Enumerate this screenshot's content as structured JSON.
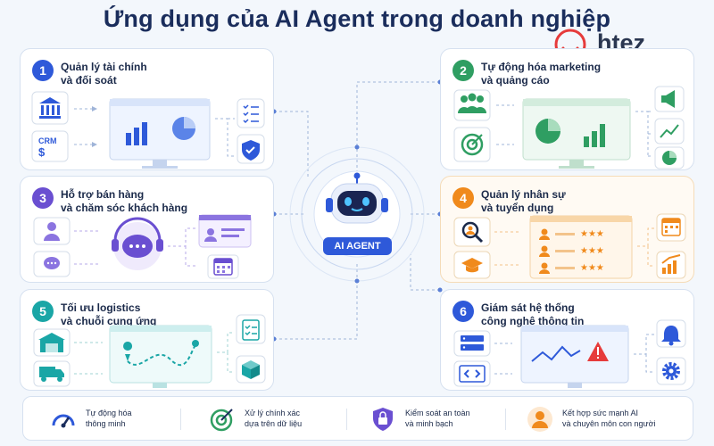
{
  "title": "Ứng dụng của AI Agent trong doanh nghiệp",
  "logo": {
    "text": "htez",
    "color": "#e63b3b"
  },
  "center": {
    "label": "AI AGENT",
    "color": "#2e59d9"
  },
  "panels": [
    {
      "num": "1",
      "line1": "Quản lý tài chính",
      "line2": "và đối soát",
      "color": "#2e59d9",
      "crm": "CRM",
      "dollar": "$"
    },
    {
      "num": "2",
      "line1": "Tự động hóa marketing",
      "line2": "và quảng cáo",
      "color": "#2f9e62"
    },
    {
      "num": "3",
      "line1": "Hỗ trợ bán hàng",
      "line2": "và chăm sóc khách hàng",
      "color": "#6a4fd1"
    },
    {
      "num": "4",
      "line1": "Quản lý nhân sự",
      "line2": "và tuyển dụng",
      "color": "#f08a1c"
    },
    {
      "num": "5",
      "line1": "Tối ưu logistics",
      "line2": "và chuỗi cung ứng",
      "color": "#1aa6a6"
    },
    {
      "num": "6",
      "line1": "Giám sát hệ thống",
      "line2": "công nghệ thông tin",
      "color": "#2e59d9"
    }
  ],
  "features": [
    {
      "line1": "Tự động hóa",
      "line2": "thông minh",
      "icon": "gauge-icon"
    },
    {
      "line1": "Xử lý chính xác",
      "line2": "dựa trên dữ liệu",
      "icon": "target-icon"
    },
    {
      "line1": "Kiểm soát an toàn",
      "line2": "và minh bạch",
      "icon": "lock-shield-icon"
    },
    {
      "line1": "Kết hợp sức mạnh AI",
      "line2": "và chuyên môn con người",
      "icon": "person-icon"
    }
  ]
}
